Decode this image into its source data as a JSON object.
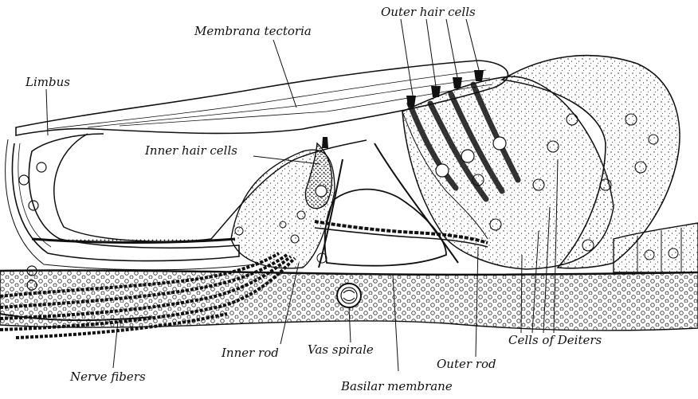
{
  "labels": {
    "outer_hair_cells": "Outer hair cells",
    "membrana_tectoria": "Membrana tectoria",
    "limbus": "Limbus",
    "inner_hair_cells": "Inner hair cells",
    "inner_rod": "Inner rod",
    "vas_spirale": "Vas spirale",
    "cells_of_deiters": "Cells of Deiters",
    "outer_rod": "Outer rod",
    "nerve_fibers": "Nerve fibers",
    "basilar_membrane": "Basilar membrane"
  },
  "colors": {
    "ink": "#111111",
    "paper": "#ffffff"
  }
}
